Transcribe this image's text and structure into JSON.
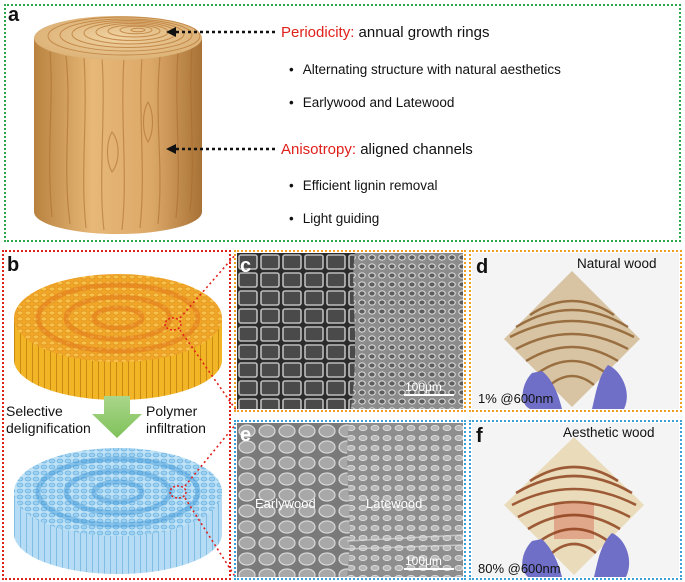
{
  "panel_a": {
    "letter": "a",
    "periodicity_label": "Periodicity:",
    "periodicity_text": " annual growth rings",
    "bullets_1": [
      "Alternating structure with natural aesthetics",
      "Earlywood and Latewood"
    ],
    "anisotropy_label": "Anisotropy:",
    "anisotropy_text": " aligned channels",
    "bullets_2": [
      "Efficient lignin removal",
      "Light guiding"
    ]
  },
  "panel_b": {
    "letter": "b",
    "left_label_1": "Selective",
    "left_label_2": "delignification",
    "right_label_1": "Polymer",
    "right_label_2": "infiltration"
  },
  "panel_c": {
    "letter": "c",
    "scale": "100μm"
  },
  "panel_d": {
    "letter": "d",
    "title": "Natural wood",
    "transmittance": "1% @600nm"
  },
  "panel_e": {
    "letter": "e",
    "left_label": "Earlywood",
    "right_label": "Latewood",
    "scale": "100μm"
  },
  "panel_f": {
    "letter": "f",
    "title": "Aesthetic wood",
    "transmittance": "80% @600nm"
  },
  "colors": {
    "green": "#2aa84a",
    "red": "#e0201b",
    "orange": "#f0a020",
    "blue": "#3aa0d8"
  }
}
